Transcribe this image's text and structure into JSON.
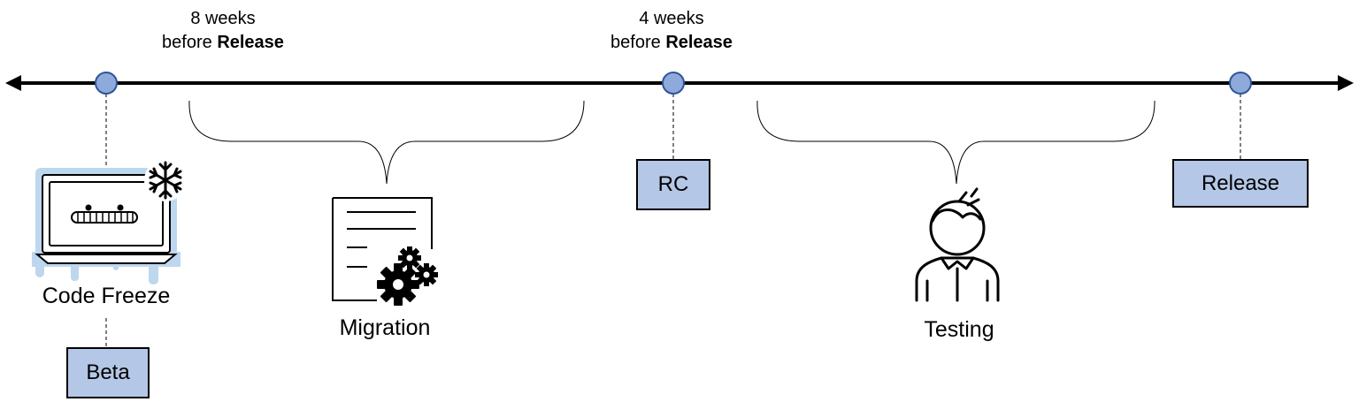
{
  "timeline": {
    "top_labels": [
      {
        "line1": "8 weeks",
        "line2_prefix": "before ",
        "line2_bold": "Release"
      },
      {
        "line1": "4 weeks",
        "line2_prefix": "before ",
        "line2_bold": "Release"
      }
    ],
    "milestones": [
      {
        "box": "Beta"
      },
      {
        "box": "RC"
      },
      {
        "box": "Release"
      }
    ],
    "phases": [
      {
        "caption": "Code Freeze",
        "icon": "frozen-laptop-icon"
      },
      {
        "caption": "Migration",
        "icon": "document-gears-icon"
      },
      {
        "caption": "Testing",
        "icon": "person-icon"
      }
    ]
  },
  "colors": {
    "box_fill": "#b4c7e7",
    "node_fill": "#8eaadb",
    "node_stroke": "#2f5597",
    "ice_fill": "#bdd7ee",
    "line": "#000000"
  }
}
